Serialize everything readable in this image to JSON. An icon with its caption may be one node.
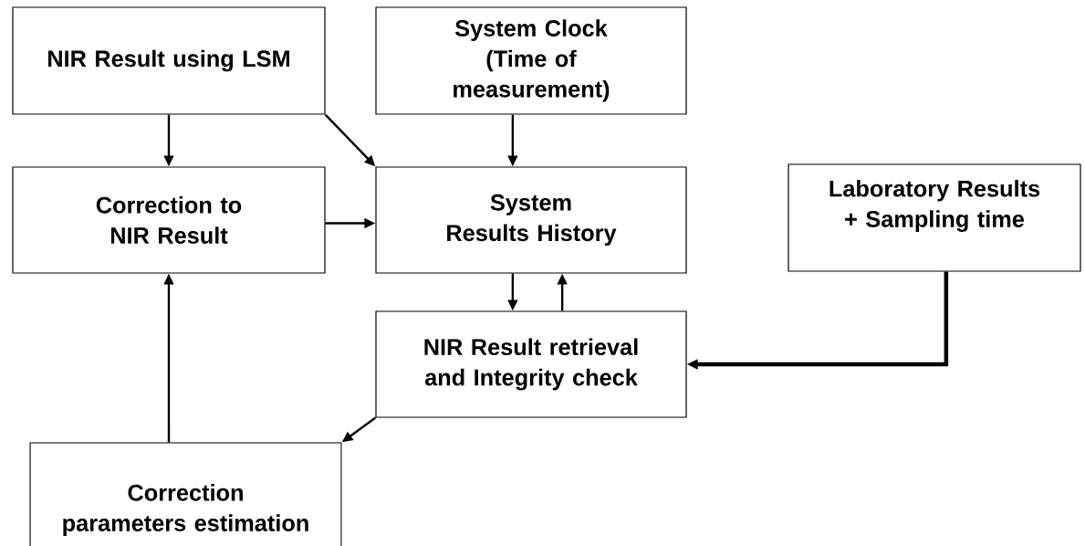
{
  "diagram": {
    "nodes": [
      {
        "text": [
          "NIR Result using LSM"
        ]
      },
      {
        "text": [
          "System Clock (Time of measurement)"
        ]
      },
      {
        "text": [
          "Correction to NIR Result"
        ]
      },
      {
        "text": [
          "System Results History"
        ]
      },
      {
        "text": [
          "Laboratory Results + Sampling time"
        ]
      },
      {
        "text": [
          "NIR Result retrieval and Integrity check"
        ]
      },
      {
        "text": [
          "Correction parameters estimation"
        ]
      }
    ],
    "edges": [
      {
        "from": 0,
        "to": 2,
        "arrow": "to"
      },
      {
        "from": 0,
        "to": 3,
        "arrow": "to"
      },
      {
        "from": 1,
        "to": 3,
        "arrow": "to"
      },
      {
        "from": 2,
        "to": 3,
        "arrow": "to"
      },
      {
        "from": 3,
        "to": 5,
        "arrow": "to"
      },
      {
        "from": 5,
        "to": 3,
        "arrow": "to"
      },
      {
        "from": 4,
        "to": 5,
        "arrow": "to",
        "style": "thick"
      },
      {
        "from": 5,
        "to": 6,
        "arrow": "to"
      },
      {
        "from": 6,
        "to": 2,
        "arrow": "to"
      }
    ]
  }
}
